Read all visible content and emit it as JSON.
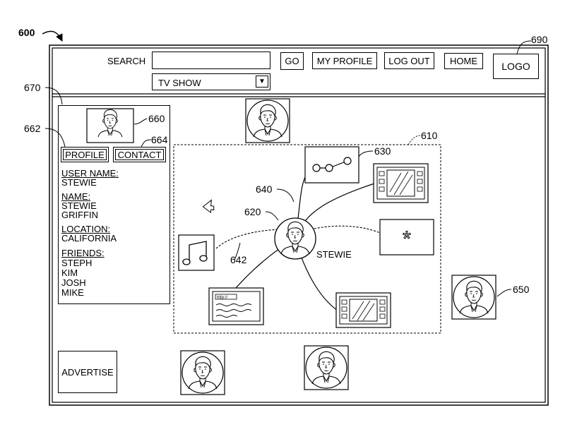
{
  "figure": {
    "number": "600"
  },
  "header": {
    "search_label": "SEARCH",
    "search_value": "",
    "category_select": {
      "selected": "TV SHOW",
      "arrow_glyph": "▼"
    },
    "go_label": "GO",
    "my_profile_label": "MY PROFILE",
    "log_out_label": "LOG OUT",
    "home_label": "HOME",
    "logo_label": "LOGO"
  },
  "profile_panel": {
    "profile_button": "PROFILE",
    "contact_button": "CONTACT",
    "fields": {
      "user_name_label": "USER NAME:",
      "user_name": "STEWIE",
      "name_label": "NAME:",
      "name_first": "STEWIE",
      "name_last": "GRIFFIN",
      "location_label": "LOCATION:",
      "location": "CALIFORNIA",
      "friends_label": "FRIENDS:",
      "friends": [
        "STEPH",
        "KIM",
        "JOSH",
        "MIKE"
      ]
    }
  },
  "graph": {
    "center_user_name": "STEWIE",
    "web_page_url": "http://",
    "icons": [
      "music-note-icon",
      "asterisk-icon",
      "share-nodes-icon",
      "video-player-icon",
      "web-page-icon",
      "cursor-arrow-icon"
    ]
  },
  "advertise_label": "ADVERTISE",
  "reference_numerals": {
    "r600": "600",
    "r690": "690",
    "r670": "670",
    "r662": "662",
    "r660": "660",
    "r664": "664",
    "r610": "610",
    "r630": "630",
    "r640": "640",
    "r620": "620",
    "r642": "642",
    "r650": "650"
  }
}
